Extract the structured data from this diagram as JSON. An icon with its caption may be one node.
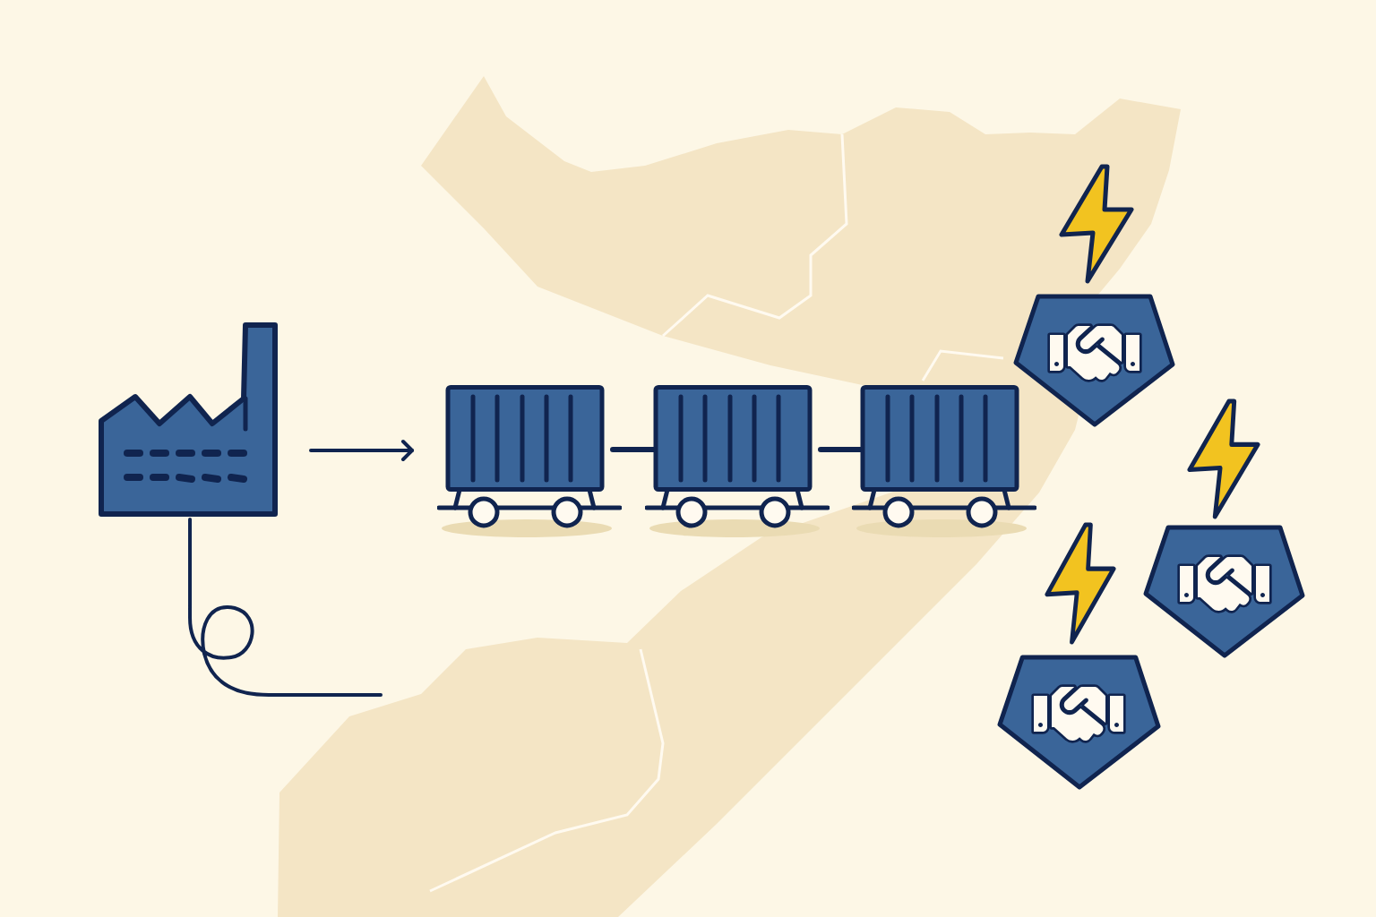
{
  "diagram": {
    "nodes": [
      {
        "text": [],
        "shape": "picture"
      },
      {
        "text": [],
        "shape": "picture"
      },
      {
        "text": [],
        "shape": "picture"
      },
      {
        "text": [],
        "shape": "picture"
      },
      {
        "text": [],
        "shape": "shield"
      },
      {
        "text": [],
        "shape": "shield"
      },
      {
        "text": [],
        "shape": "shield"
      }
    ],
    "edges": [
      {
        "from": 0,
        "to": 1,
        "arrow": "to"
      },
      {
        "from": 1,
        "to": 2,
        "arrow": "none"
      },
      {
        "from": 2,
        "to": 3,
        "arrow": "none"
      },
      {
        "from": 0,
        "to": null,
        "arrow": "none"
      }
    ]
  }
}
